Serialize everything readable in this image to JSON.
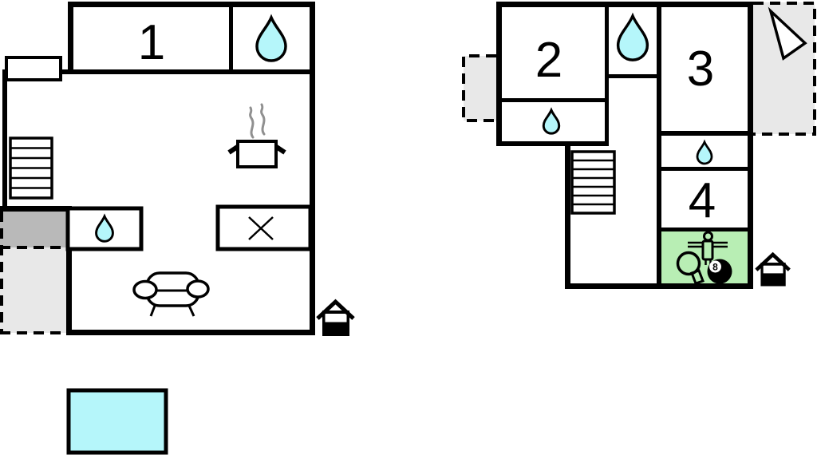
{
  "floors": {
    "ground_floor": {
      "room_labels": {
        "bedroom1": "1"
      },
      "icons": [
        "water-drop",
        "water-drop",
        "stairs",
        "stove",
        "roof-window",
        "sofa",
        "entrance-house",
        "swimming-pool"
      ]
    },
    "first_floor": {
      "room_labels": {
        "bedroom2": "2",
        "bedroom3": "3",
        "bedroom4": "4"
      },
      "icons": [
        "water-drop",
        "water-drop",
        "water-drop",
        "stairs",
        "north-arrow",
        "table-tennis-paddle",
        "foosball-player",
        "eight-ball",
        "entrance-house"
      ]
    }
  },
  "eight_ball": {
    "label": "8"
  },
  "colors": {
    "wall": "#000000",
    "water": "#b5f6fa",
    "pool": "#b5f6fa",
    "game_room": "#b8eeb4",
    "annex_light": "#e8e8e8",
    "annex_dark": "#b9b9b9",
    "steam": "#909090",
    "background": "#ffffff"
  }
}
